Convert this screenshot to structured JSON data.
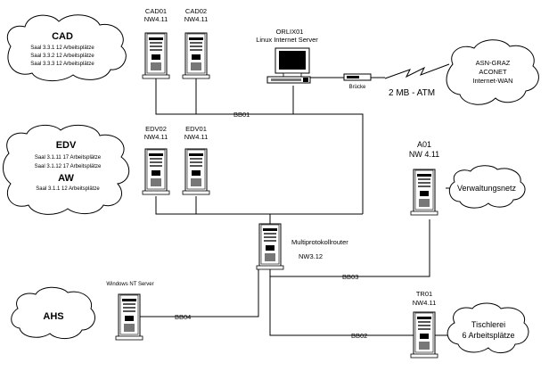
{
  "servers": {
    "cad01": {
      "name": "CAD01",
      "version": "NW4.11"
    },
    "cad02": {
      "name": "CAD02",
      "version": "NW4.11"
    },
    "edv02": {
      "name": "EDV02",
      "version": "NW4.11"
    },
    "edv01": {
      "name": "EDV01",
      "version": "NW4.11"
    },
    "a01": {
      "name": "A01",
      "version": "NW 4.11"
    },
    "tr01": {
      "name": "TR01",
      "version": "NW4.11"
    },
    "router": {
      "name": "Multiprotokollrouter",
      "version": "NW3.12"
    },
    "winnt": {
      "name": "Windows NT Server"
    },
    "orlix": {
      "name": "ORLIX01",
      "version": "Linux Internet Server"
    }
  },
  "clouds": {
    "cad": {
      "title": "CAD",
      "rows": [
        "Saal 3.3.1    12  Arbeitsplätze",
        "Saal 3.3.2    12  Arbeitsplätze",
        "Saal 3.3.3    12  Arbeitsplätze"
      ]
    },
    "edv": {
      "title": "EDV",
      "rows": [
        "Saal 3.1.11    17  Arbeitsplätze",
        "Saal 3.1.12    17  Arbeitsplätze"
      ],
      "title2": "AW",
      "rows2": [
        "Saal 3.1.1    12  Arbeitsplätze"
      ]
    },
    "asn": {
      "lines": [
        "ASN-GRAZ",
        "ACONET",
        "Internet-WAN"
      ]
    },
    "verwaltung": {
      "label": "Verwaltungsnetz"
    },
    "ahs": {
      "label": "AHS"
    },
    "tischlerei": {
      "lines": [
        "Tischlerei",
        "6 Arbeitsplätze"
      ]
    }
  },
  "links": {
    "bb01": "BB01",
    "bb02": "BB02",
    "bb03": "BB03",
    "bb04": "BB04",
    "atm": "2 MB - ATM",
    "bridge": "Brücke"
  }
}
